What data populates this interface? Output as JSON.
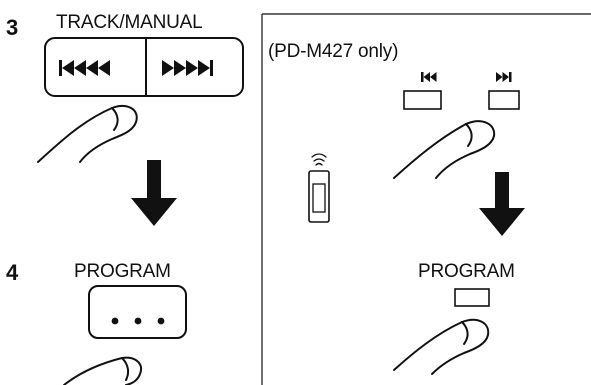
{
  "steps": [
    {
      "number": "3",
      "label": "TRACK/MANUAL"
    },
    {
      "number": "4",
      "label": "PROGRAM"
    }
  ],
  "remote": {
    "note": "(PD-M427 only)",
    "program_label": "PROGRAM"
  },
  "icons": {
    "track_back": "skip-back-icon",
    "track_forward": "skip-forward-icon",
    "program_dots": "dots-icon",
    "press_finger": "finger-press-icon",
    "arrow_down": "arrow-down-icon",
    "remote_control": "remote-control-icon"
  },
  "program_dots": "• • •"
}
